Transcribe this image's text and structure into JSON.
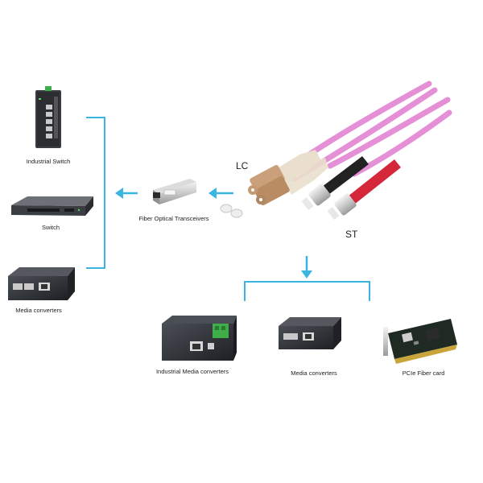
{
  "labels": {
    "industrial_switch": "Industrial Switch",
    "switch": "Switch",
    "media_converters_left": "Media converters",
    "transceivers": "Fiber Optical Transceivers",
    "lc": "LC",
    "st": "ST",
    "industrial_media_converters": "Industrial Media converters",
    "media_converters_bottom": "Media converters",
    "pcie_card": "PCIe Fiber card"
  },
  "colors": {
    "connector_line": "#3ab4e0",
    "cable": "#e58fd6",
    "lc_boot": "#e9dfcc",
    "st_black": "#222222",
    "st_red": "#d4283a",
    "device_dark": "#2e3136",
    "terminal_green": "#3fae4a"
  }
}
